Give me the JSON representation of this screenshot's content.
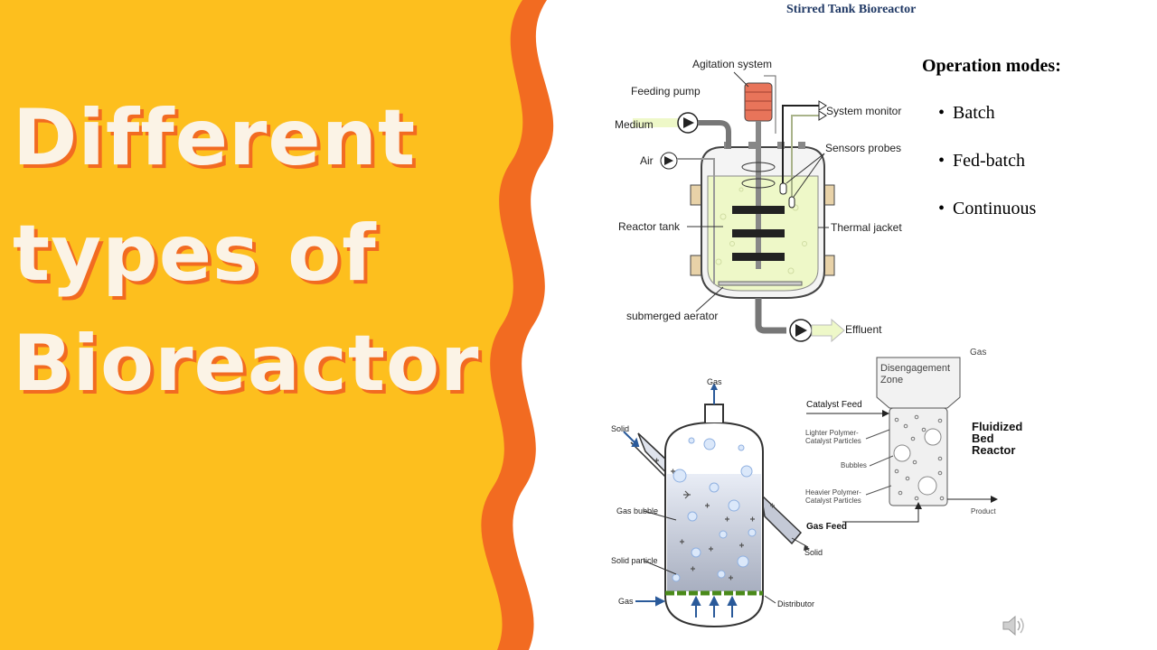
{
  "title": {
    "line1": "Different",
    "line2": "types of",
    "line3": "Bioreactor"
  },
  "slide_title": "Stirred Tank Bioreactor",
  "operation": {
    "heading": "Operation modes:",
    "modes": [
      "Batch",
      "Fed-batch",
      "Continuous"
    ]
  },
  "stirred_tank": {
    "agitation": "Agitation system",
    "feeding_pump": "Feeding pump",
    "medium": "Medium",
    "air": "Air",
    "system_monitor": "System monitor",
    "sensors": "Sensors probes",
    "reactor_tank": "Reactor tank",
    "thermal_jacket": "Thermal jacket",
    "aerator": "submerged aerator",
    "effluent": "Effluent"
  },
  "slurry_reactor": {
    "gas_top": "Gas",
    "solid_in": "Solid",
    "gas_bubble": "Gas bubble",
    "solid_particle": "Solid particle",
    "gas_in": "Gas",
    "distributor": "Distributor",
    "solid_out": "Solid"
  },
  "fluidized_bed": {
    "gas": "Gas",
    "disengagement_1": "Disengagement",
    "disengagement_2": "Zone",
    "catalyst_feed": "Catalyst Feed",
    "lighter_1": "Lighter Polymer-",
    "lighter_2": "Catalyst Particles",
    "bubbles": "Bubbles",
    "heavier_1": "Heavier Polymer-",
    "heavier_2": "Catalyst Particles",
    "gas_feed": "Gas Feed",
    "product": "Product",
    "title_1": "Fluidized",
    "title_2": "Bed",
    "title_3": "Reactor"
  },
  "colors": {
    "left_panel": "#fdbf1e",
    "wave": "#f26b21",
    "title_text": "#fbf3e6",
    "slide_title": "#1f3864",
    "liquid": "#eef8c8",
    "motor": "#e8745a"
  }
}
